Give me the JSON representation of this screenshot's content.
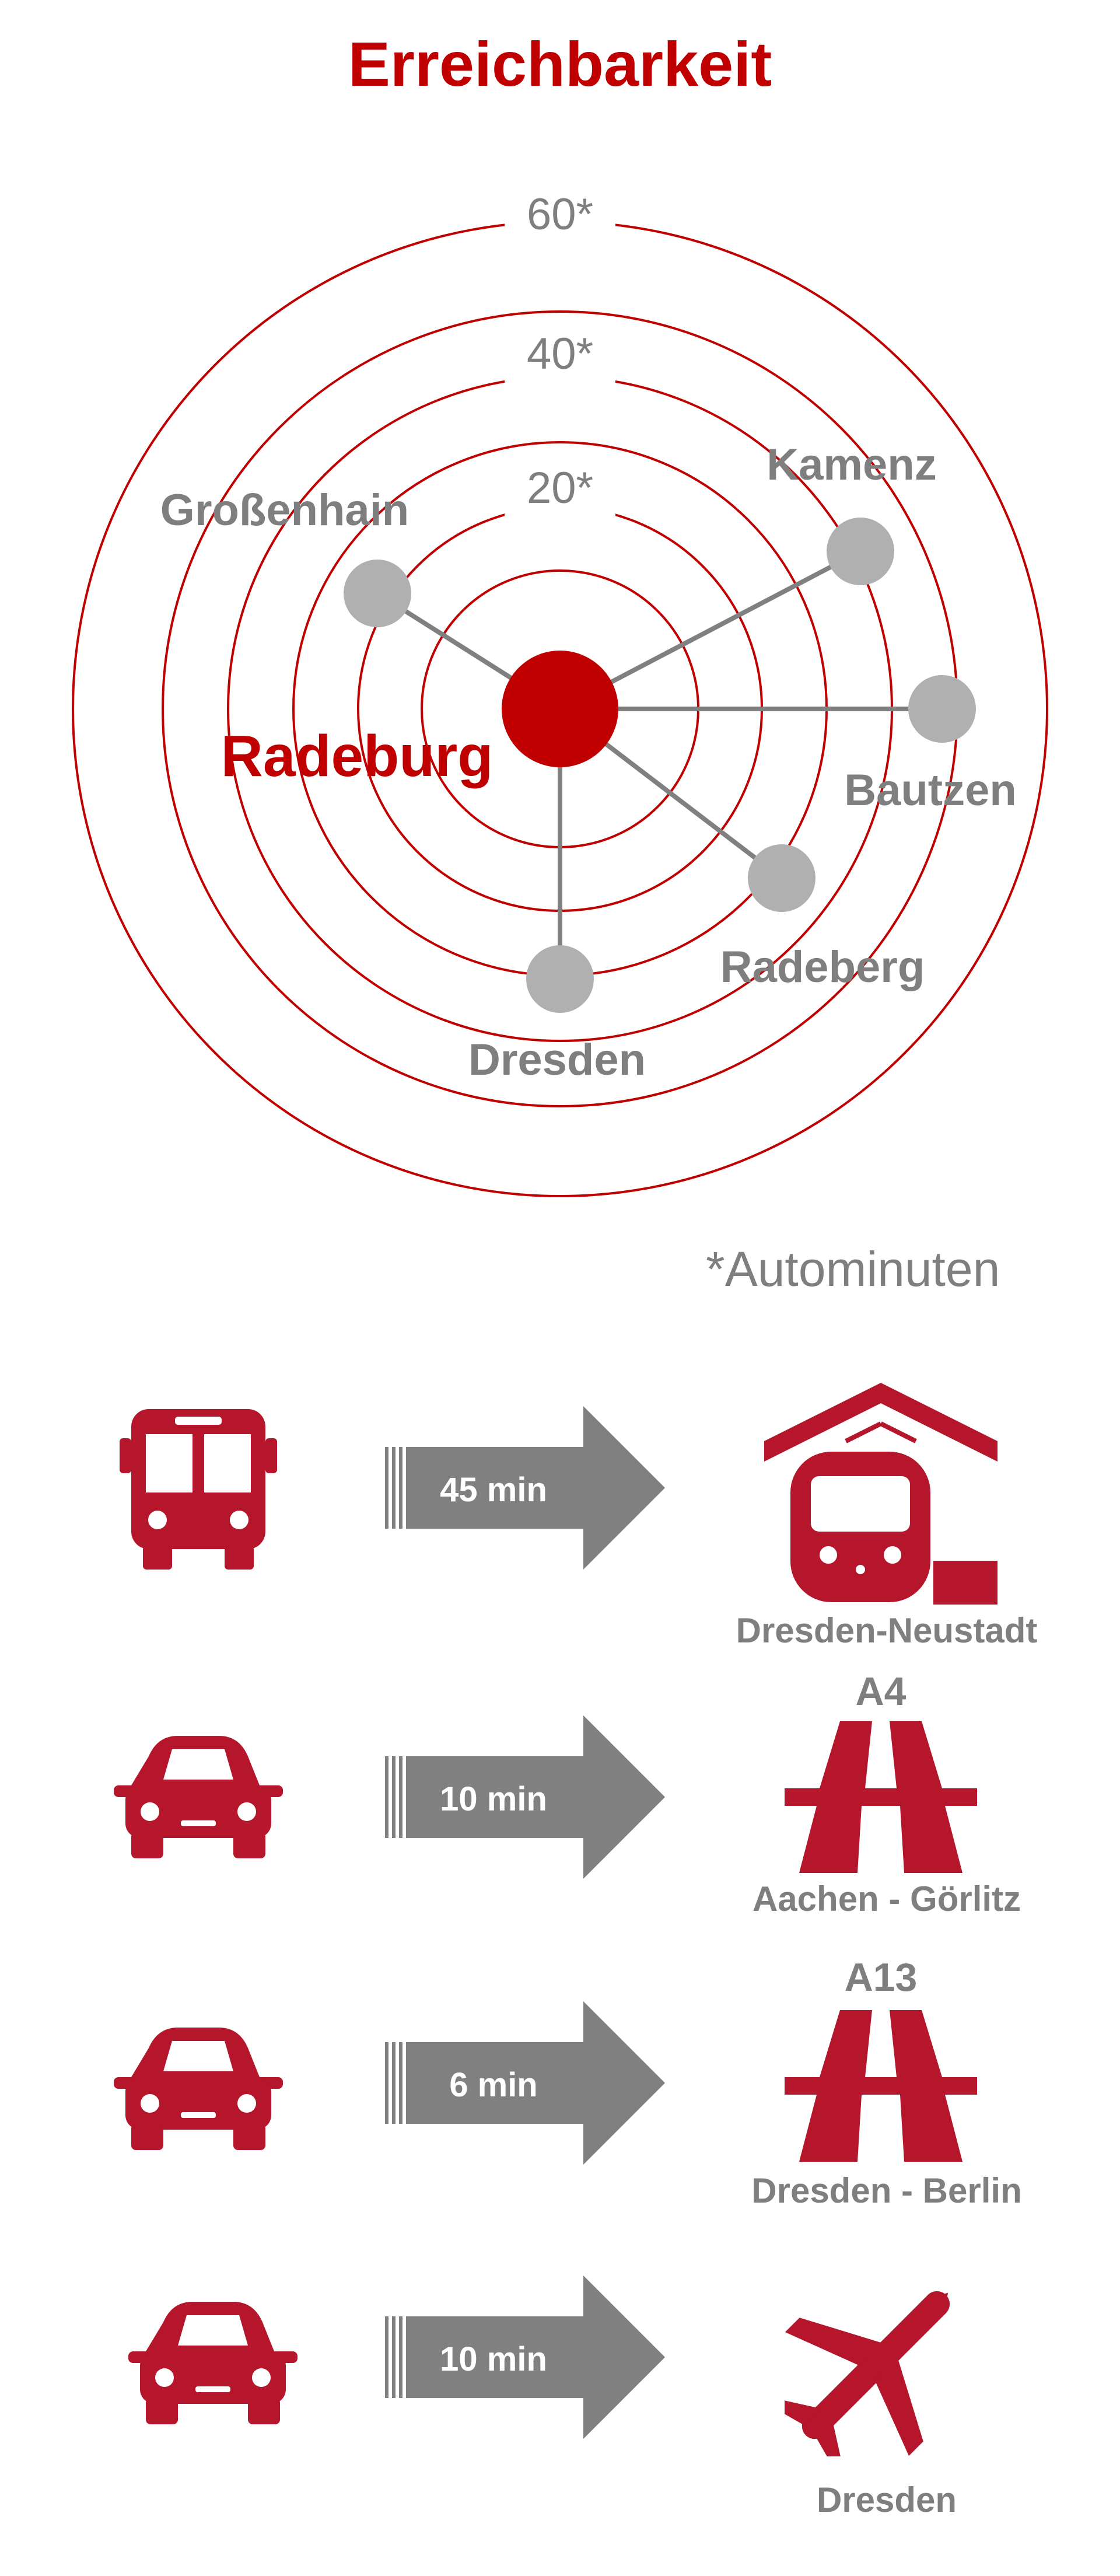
{
  "title": "Erreichbarkeit",
  "colors": {
    "accent": "#c00000",
    "icon_red": "#b5162b",
    "gray": "#7f7f7f",
    "node_gray": "#b0b0b0",
    "line_gray": "#808080"
  },
  "rings": {
    "labels": [
      "20*",
      "40*",
      "60*"
    ]
  },
  "center": {
    "label": "Radeburg"
  },
  "destinations": [
    {
      "name": "Großenhain"
    },
    {
      "name": "Kamenz"
    },
    {
      "name": "Bautzen"
    },
    {
      "name": "Radeberg"
    },
    {
      "name": "Dresden"
    }
  ],
  "footnote": "*Autominuten",
  "connections": [
    {
      "vehicle_icon": "bus-icon",
      "duration": "45 min",
      "target_icon": "train-station-icon",
      "target_title": "",
      "target_label": "Dresden-Neustadt"
    },
    {
      "vehicle_icon": "car-icon",
      "duration": "10 min",
      "target_icon": "highway-icon",
      "target_title": "A4",
      "target_label": "Aachen - Görlitz"
    },
    {
      "vehicle_icon": "car-icon",
      "duration": "6 min",
      "target_icon": "highway-icon",
      "target_title": "A13",
      "target_label": "Dresden - Berlin"
    },
    {
      "vehicle_icon": "car-icon",
      "duration": "10 min",
      "target_icon": "airplane-icon",
      "target_title": "",
      "target_label": "Dresden"
    }
  ]
}
